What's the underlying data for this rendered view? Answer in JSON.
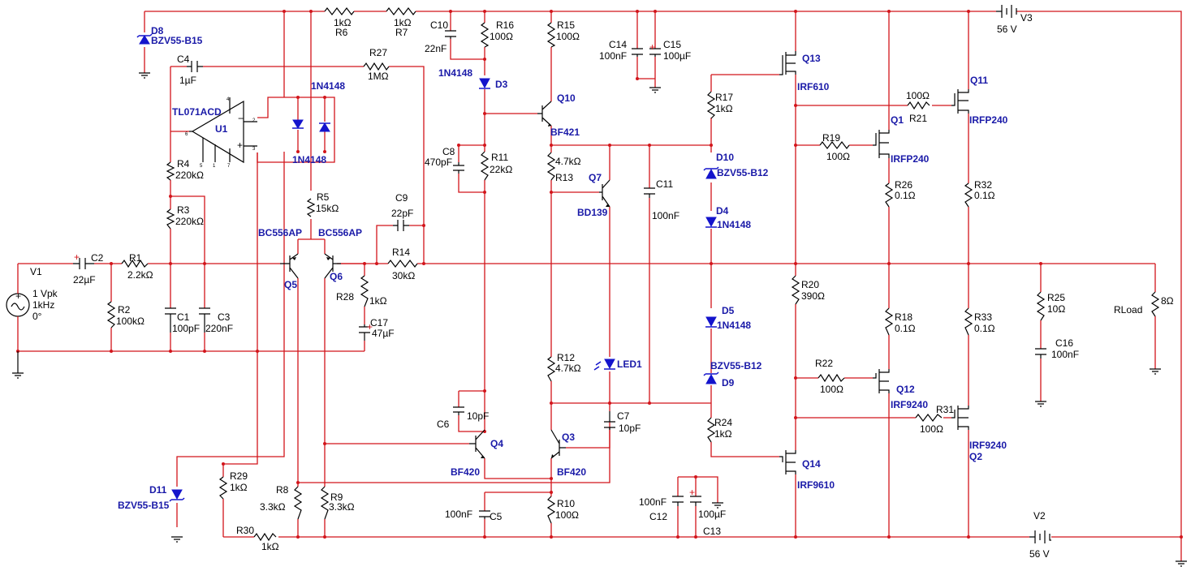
{
  "labels": {
    "D8": "D8",
    "BZV55_B15_8": "BZV55-B15",
    "R6v": "1kΩ",
    "R6": "R6",
    "R7v": "1kΩ",
    "R7": "R7",
    "V3v": "56 V",
    "V3": "V3",
    "C4": "C4",
    "C4v": "1µF",
    "R27": "R27",
    "R27v": "1MΩ",
    "TL071": "TL071ACD",
    "U1": "U1",
    "D1top": "1N4148",
    "D1bot": "1N4148",
    "R4": "R4",
    "R4v": "220kΩ",
    "R3": "R3",
    "R3v": "220kΩ",
    "R5": "R5",
    "R5v": "15kΩ",
    "C9": "C9",
    "C9v": "22pF",
    "BC556a": "BC556AP",
    "BC556b": "BC556AP",
    "R14": "R14",
    "R14v": "30kΩ",
    "V1": "V1",
    "V1a": "1 Vpk",
    "V1b": "1kHz",
    "V1c": "0°",
    "C2": "C2",
    "C2v": "22µF",
    "R1": "R1",
    "R1v": "2.2kΩ",
    "Q5": "Q5",
    "Q6": "Q6",
    "R28": "R28",
    "R28v": "1kΩ",
    "R2": "R2",
    "R2v": "100kΩ",
    "C1": "C1",
    "C1v": "100pF",
    "C3": "C3",
    "C3v": "220nF",
    "C17": "C17",
    "C17v": "47µF",
    "C10": "C10",
    "C10v": "22nF",
    "R16": "R16",
    "R16v": "100Ω",
    "R15": "R15",
    "R15v": "100Ω",
    "D3n": "1N4148",
    "D3": "D3",
    "Q10": "Q10",
    "BF421": "BF421",
    "C8": "C8",
    "C8v": "470pF",
    "R11": "R11",
    "R11v": "22kΩ",
    "R13v": "4.7kΩ",
    "R13": "R13",
    "Q7": "Q7",
    "BD139": "BD139",
    "C11": "C11",
    "C11v": "100nF",
    "C14": "C14",
    "C14v": "100nF",
    "C15": "C15",
    "C15v": "100µF",
    "R17": "R17",
    "R17v": "1kΩ",
    "D10": "D10",
    "BZV55_B12a": "BZV55-B12",
    "D4": "D4",
    "D4n": "1N4148",
    "D5": "D5",
    "D5n": "1N4148",
    "BZV55_B12b": "BZV55-B12",
    "D9": "D9",
    "Q13": "Q13",
    "IRF610": "IRF610",
    "R21v": "100Ω",
    "R21": "R21",
    "Q11": "Q11",
    "IRFP240a": "IRFP240",
    "Q1": "Q1",
    "R19": "R19",
    "R19v": "100Ω",
    "IRFP240b": "IRFP240",
    "R26": "R26",
    "R26v": "0.1Ω",
    "R32": "R32",
    "R32v": "0.1Ω",
    "R20": "R20",
    "R20v": "390Ω",
    "R25": "R25",
    "R25v": "10Ω",
    "RLoad": "RLoad",
    "RLoadv": "8Ω",
    "C16": "C16",
    "C16v": "100nF",
    "R18": "R18",
    "R18v": "0.1Ω",
    "R33": "R33",
    "R33v": "0.1Ω",
    "R22": "R22",
    "R22v": "100Ω",
    "Q12": "Q12",
    "IRF9240a": "IRF9240",
    "R31": "R31",
    "R31v": "100Ω",
    "IRF9240b": "IRF9240",
    "Q2": "Q2",
    "R12": "R12",
    "R12v": "4.7kΩ",
    "LED1": "LED1",
    "C7": "C7",
    "C7v": "10pF",
    "C6": "C6",
    "C6v": "10pF",
    "Q4": "Q4",
    "Q3": "Q3",
    "BF420a": "BF420",
    "BF420b": "BF420",
    "R24": "R24",
    "R24v": "1kΩ",
    "Q14": "Q14",
    "IRF9610": "IRF9610",
    "D11": "D11",
    "BZV55_B15_11": "BZV55-B15",
    "R29": "R29",
    "R29v": "1kΩ",
    "R8": "R8",
    "R8v": "3.3kΩ",
    "R9": "R9",
    "R9v": "3.3kΩ",
    "C5v": "100nF",
    "C5": "C5",
    "R10": "R10",
    "R10v": "100Ω",
    "C12v": "100nF",
    "C12": "C12",
    "C13v": "100µF",
    "C13": "C13",
    "R30": "R30",
    "R30v": "1kΩ",
    "V2": "V2",
    "V2v": "56 V",
    "pin4": "4",
    "pin2": "2",
    "pin3": "3",
    "pin6": "6",
    "pin5": "5",
    "pin1": "1",
    "pin7": "7"
  },
  "colors": {
    "wire": "#d2151b",
    "component": "#000000",
    "semiconductor": "#1414cc"
  }
}
